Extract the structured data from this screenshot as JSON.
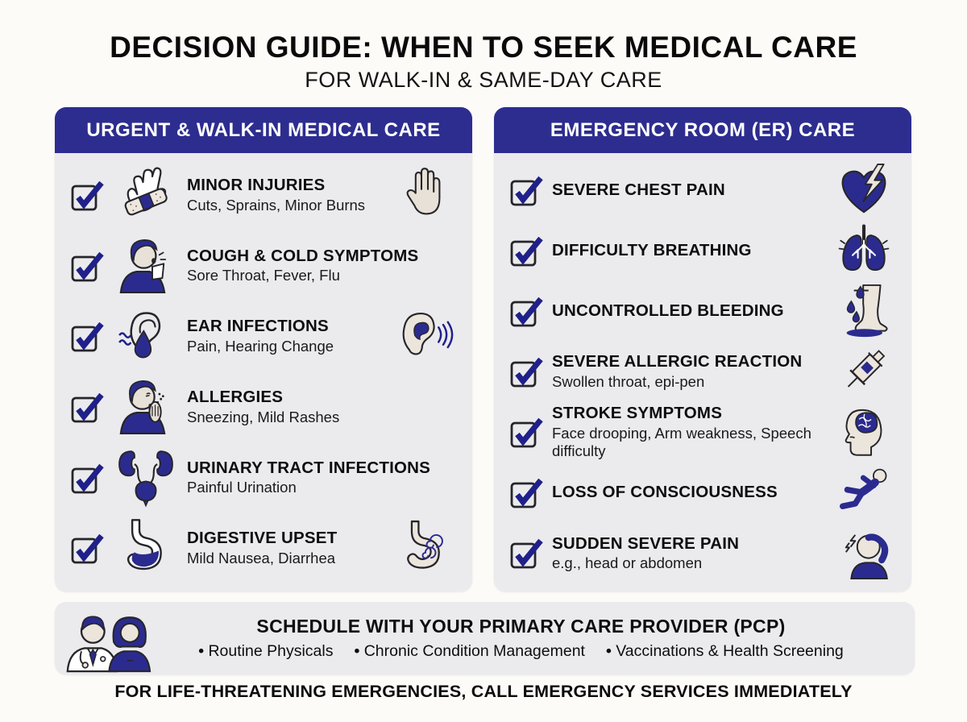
{
  "page": {
    "title": "DECISION GUIDE: WHEN TO SEEK MEDICAL CARE",
    "subtitle": "FOR WALK-IN & SAME-DAY CARE",
    "footer": "FOR LIFE-THREATENING EMERGENCIES, CALL EMERGENCY SERVICES IMMEDIATELY"
  },
  "colors": {
    "navy": "#2d2d90",
    "panel_bg": "#ebebee",
    "checkmark": "#20208a",
    "beige": "#e8e1d8",
    "outline": "#26262a"
  },
  "left_panel": {
    "header": "URGENT & WALK-IN MEDICAL CARE",
    "items": [
      {
        "title": "MINOR INJURIES",
        "subtitle": "Cuts, Sprains, Minor Burns",
        "icon": "bandaged-hand-icon",
        "right_icon": "open-hand-icon",
        "checked": true
      },
      {
        "title": "COUGH & COLD SYMPTOMS",
        "subtitle": "Sore Throat, Fever, Flu",
        "icon": "sneezing-person-icon",
        "checked": true
      },
      {
        "title": "EAR INFECTIONS",
        "subtitle": "Pain, Hearing Change",
        "icon": "ear-drop-icon",
        "right_icon": "ear-sound-icon",
        "checked": true
      },
      {
        "title": "ALLERGIES",
        "subtitle": "Sneezing, Mild Rashes",
        "icon": "allergy-person-icon",
        "checked": true
      },
      {
        "title": "URINARY TRACT INFECTIONS",
        "subtitle": "Painful Urination",
        "icon": "kidneys-bladder-icon",
        "checked": true
      },
      {
        "title": "DIGESTIVE UPSET",
        "subtitle": "Mild Nausea, Diarrhea",
        "icon": "stomach-icon",
        "right_icon": "stomach-swirl-icon",
        "checked": true
      }
    ]
  },
  "right_panel": {
    "header": "EMERGENCY ROOM (ER) CARE",
    "items": [
      {
        "title": "SEVERE CHEST PAIN",
        "subtitle": "",
        "icon": "heart-lightning-icon",
        "checked": true
      },
      {
        "title": "DIFFICULTY BREATHING",
        "subtitle": "",
        "icon": "lungs-icon",
        "checked": true
      },
      {
        "title": "UNCONTROLLED BLEEDING",
        "subtitle": "",
        "icon": "bleeding-limb-icon",
        "checked": true
      },
      {
        "title": "SEVERE ALLERGIC REACTION",
        "subtitle": "Swollen throat, epi-pen",
        "icon": "epi-pen-icon",
        "checked": true
      },
      {
        "title": "STROKE SYMPTOMS",
        "subtitle": "Face drooping, Arm weakness, Speech difficulty",
        "icon": "stroke-head-icon",
        "checked": true
      },
      {
        "title": "LOSS OF CONSCIOUSNESS",
        "subtitle": "",
        "icon": "falling-person-icon",
        "checked": true
      },
      {
        "title": "SUDDEN SEVERE PAIN",
        "subtitle": "e.g., head or abdomen",
        "icon": "headache-person-icon",
        "checked": true
      }
    ]
  },
  "pcp_section": {
    "title": "SCHEDULE WITH YOUR PRIMARY CARE PROVIDER (PCP)",
    "bullets": [
      "Routine Physicals",
      "Chronic Condition Management",
      "Vaccinations & Health Screening"
    ],
    "icon": "doctors-pair-icon"
  }
}
